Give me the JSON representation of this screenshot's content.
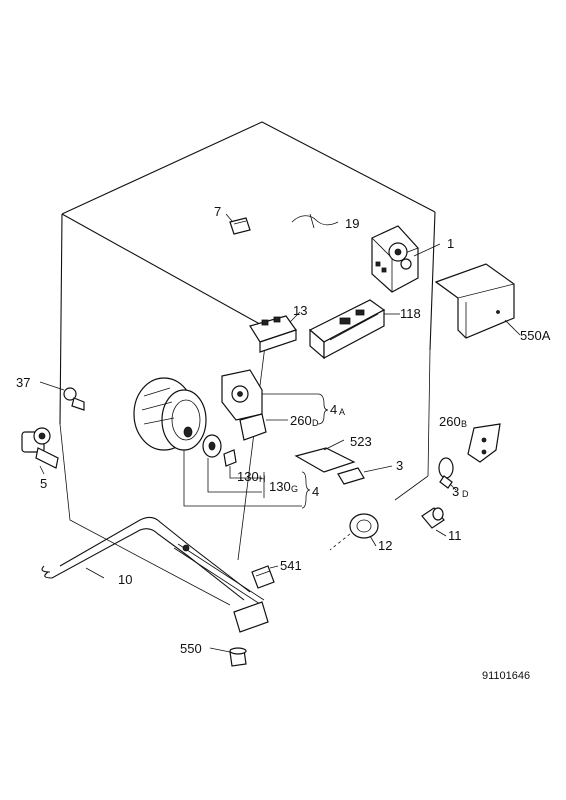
{
  "diagram": {
    "drawing_ref": "91101646",
    "labels": {
      "p7": "7",
      "p19": "19",
      "p1": "1",
      "p13": "13",
      "p118": "118",
      "p550A": "550A",
      "p37": "37",
      "p4A_main": "4",
      "p4A_sub": "A",
      "p260D_main": "260",
      "p260D_sub": "D",
      "p5": "5",
      "p260B_main": "260",
      "p260B_sub": "B",
      "p523": "523",
      "p3": "3",
      "p130H_main": "130",
      "p130H_sub": "H",
      "p130G_main": "130",
      "p130G_sub": "G",
      "p4": "4",
      "p3D_main": "3",
      "p3D_sub": "D",
      "p11": "11",
      "p12": "12",
      "p541": "541",
      "p10": "10",
      "p550": "550"
    }
  }
}
